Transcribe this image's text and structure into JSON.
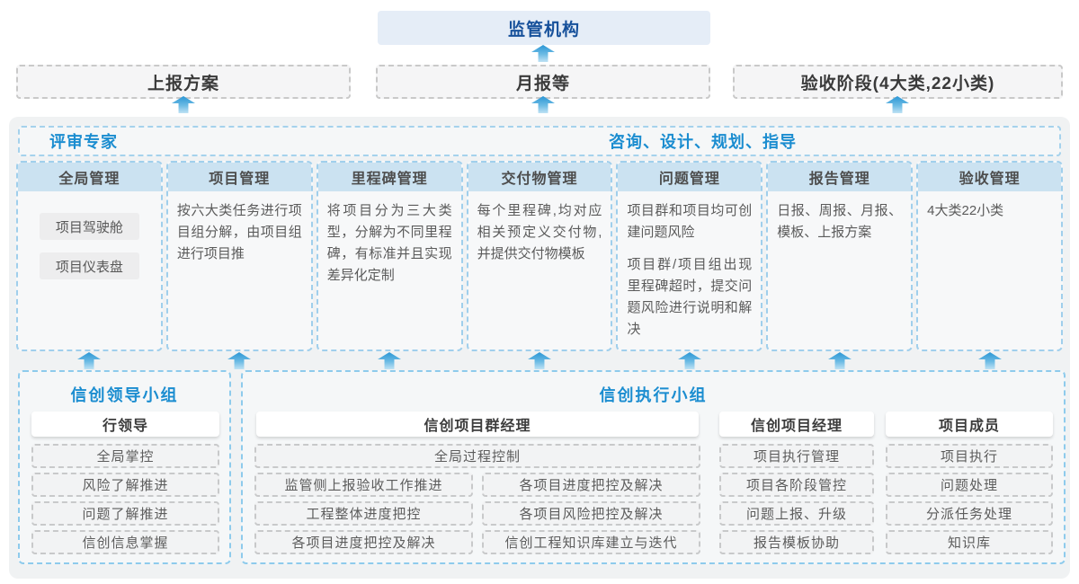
{
  "colors": {
    "accent_blue": "#1b8dd0",
    "dark_blue": "#17519b",
    "arrow_blue": "#3fa0d8",
    "column_header_bg": "#cbe2f1",
    "regulator_bg": "#e5edf7"
  },
  "top": {
    "regulator_label": "监管机构",
    "report_boxes": [
      {
        "label": "上报方案"
      },
      {
        "label": "月报等"
      },
      {
        "label": "验收阶段(4大类,22小类)"
      }
    ]
  },
  "platform": {
    "expert_title": "评审专家",
    "consult_title": "咨询、设计、规划、指导",
    "columns": [
      {
        "title": "全局管理",
        "tags": [
          "项目驾驶舱",
          "项目仪表盘"
        ]
      },
      {
        "title": "项目管理",
        "paragraphs": [
          "按六大类任务进行项目组分解，由项目组进行项目推"
        ]
      },
      {
        "title": "里程碑管理",
        "paragraphs": [
          "将项目分为三大类型，分解为不同里程碑，有标准并且实现差异化定制"
        ]
      },
      {
        "title": "交付物管理",
        "paragraphs": [
          "每个里程碑,均对应相关预定义交付物,并提供交付物模板"
        ]
      },
      {
        "title": "问题管理",
        "paragraphs": [
          "项目群和项目均可创建问题风险",
          "项目群/项目组出现里程碑超时，提交问题风险进行说明和解决"
        ]
      },
      {
        "title": "报告管理",
        "paragraphs": [
          "日报、周报、月报、模板、上报方案"
        ]
      },
      {
        "title": "验收管理",
        "paragraphs": [
          "4大类22小类"
        ]
      }
    ]
  },
  "leader_group": {
    "title": "信创领导小组",
    "role": "行领导",
    "duties": [
      "全局掌控",
      "风险了解推进",
      "问题了解推进",
      "信创信息掌握"
    ]
  },
  "exec_group": {
    "title": "信创执行小组",
    "program_manager": {
      "role": "信创项目群经理",
      "full_row": "全局过程控制",
      "left_duties": [
        "监管侧上报验收工作推进",
        "工程整体进度把控",
        "各项目进度把控及解决"
      ],
      "right_duties": [
        "各项目进度把控及解决",
        "各项目风险把控及解决",
        "信创工程知识库建立与迭代"
      ]
    },
    "project_manager": {
      "role": "信创项目经理",
      "duties": [
        "项目执行管理",
        "项目各阶段管控",
        "问题上报、升级",
        "报告模板协助"
      ]
    },
    "member": {
      "role": "项目成员",
      "duties": [
        "项目执行",
        "问题处理",
        "分派任务处理",
        "知识库"
      ]
    }
  }
}
